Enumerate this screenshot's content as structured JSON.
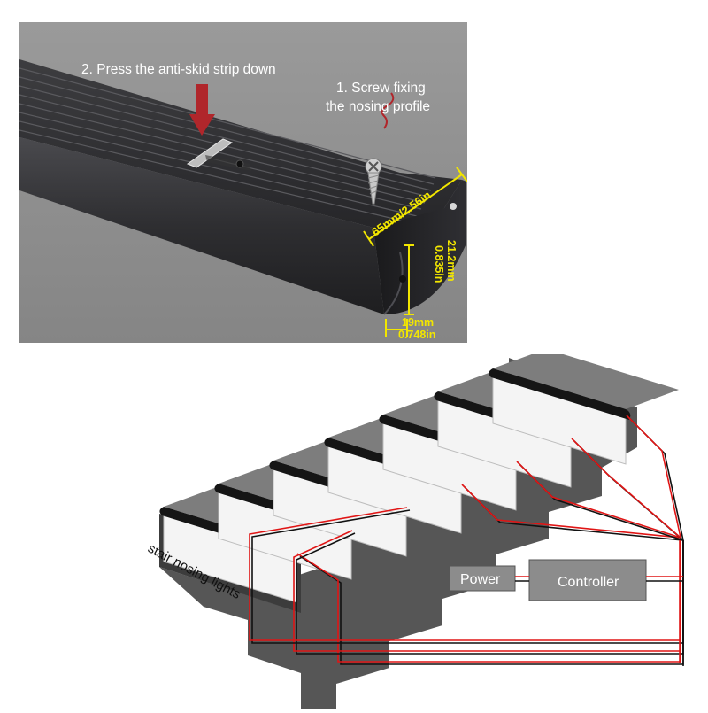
{
  "profile_figure": {
    "step1_label_line1": "1. Screw fixing",
    "step1_label_line2": "the nosing profile",
    "step2_label": "2. Press the anti-skid strip down",
    "width_dimension": "65mm/2.56in",
    "height_dimension_mm": "21.2mm",
    "height_dimension_in": "0.835in",
    "depth_dimension_mm": "19mm",
    "depth_dimension_in": "0.748in",
    "colors": {
      "background": "#8e8e8e",
      "dimension_lines": "#f2e600",
      "arrow": "#b0262b",
      "profile_body": "#2a2a2c"
    }
  },
  "wiring_figure": {
    "caption": "stair nosing lights",
    "power_label": "Power",
    "controller_label": "Controller",
    "step_count": 7,
    "colors": {
      "wire_black": "#111111",
      "wire_red": "#e01515",
      "step_body": "#555555",
      "step_top": "#7d7d7d",
      "box": "#8c8c8c"
    }
  }
}
